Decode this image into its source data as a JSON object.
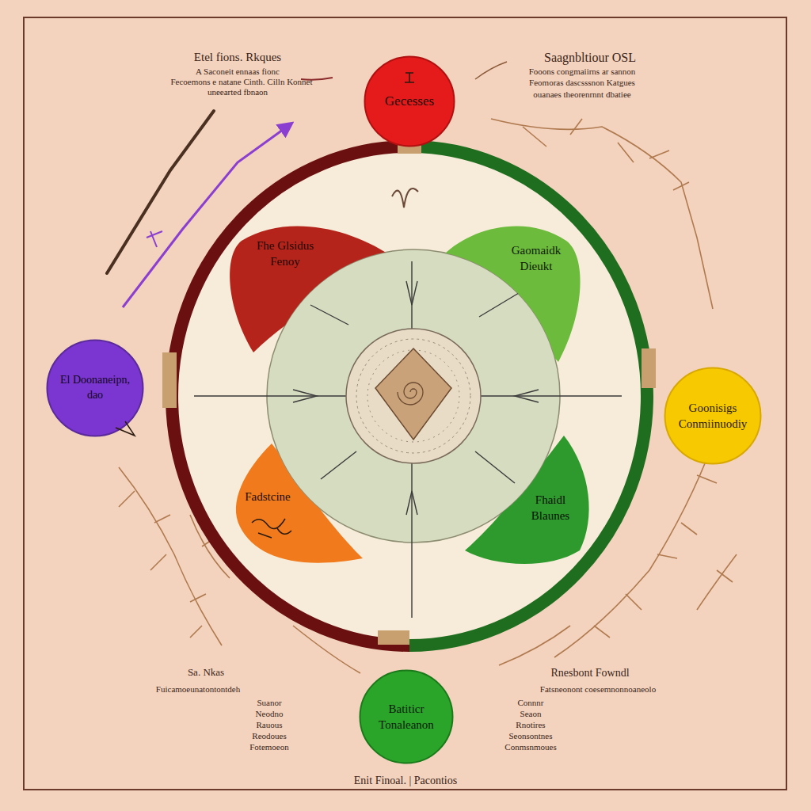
{
  "diagram": {
    "caption": "Enit Finoal. | Pacontios",
    "nodes": [
      {
        "text": [
          "Gecesses"
        ]
      },
      {
        "text": [
          "El Doonaneipn, dao"
        ]
      },
      {
        "text": [
          "Goonisigs Conmiinuodiy"
        ]
      },
      {
        "text": [
          "Batiticr Tonaleanon"
        ]
      },
      {
        "text": [
          "Fhe Glsidus Fenoy"
        ]
      },
      {
        "text": [
          "Gaomaidk Dieukt"
        ]
      },
      {
        "text": [
          "Fadstcine"
        ]
      },
      {
        "text": [
          "Fhaidl Blaunes"
        ]
      }
    ],
    "labels": [
      "Etel fions. Rkques",
      "A Saconeit ennaas fionc",
      "Fecoemons e natane Cinth. Cilln Konnet",
      "uneearted fbnaon",
      "Saagnbltiour OSL",
      "Fooons congmaiirns ar sannon",
      "Feomoras dascsssnon Katgues",
      "ouanaes theorenrnnt dbatiee",
      "Sa. Nkas",
      "Fuicamoeunatontontdeh",
      "Suanor",
      "Neodno",
      "Rauous",
      "Reodoues",
      "Fotemoeon",
      "Rnesbont Fowndl",
      "Fatsneonont coesemnonnoaneolo",
      "Connnr",
      "Seaon",
      "Rnotires",
      "Seonsontnes",
      "Conmsnmoues"
    ]
  }
}
